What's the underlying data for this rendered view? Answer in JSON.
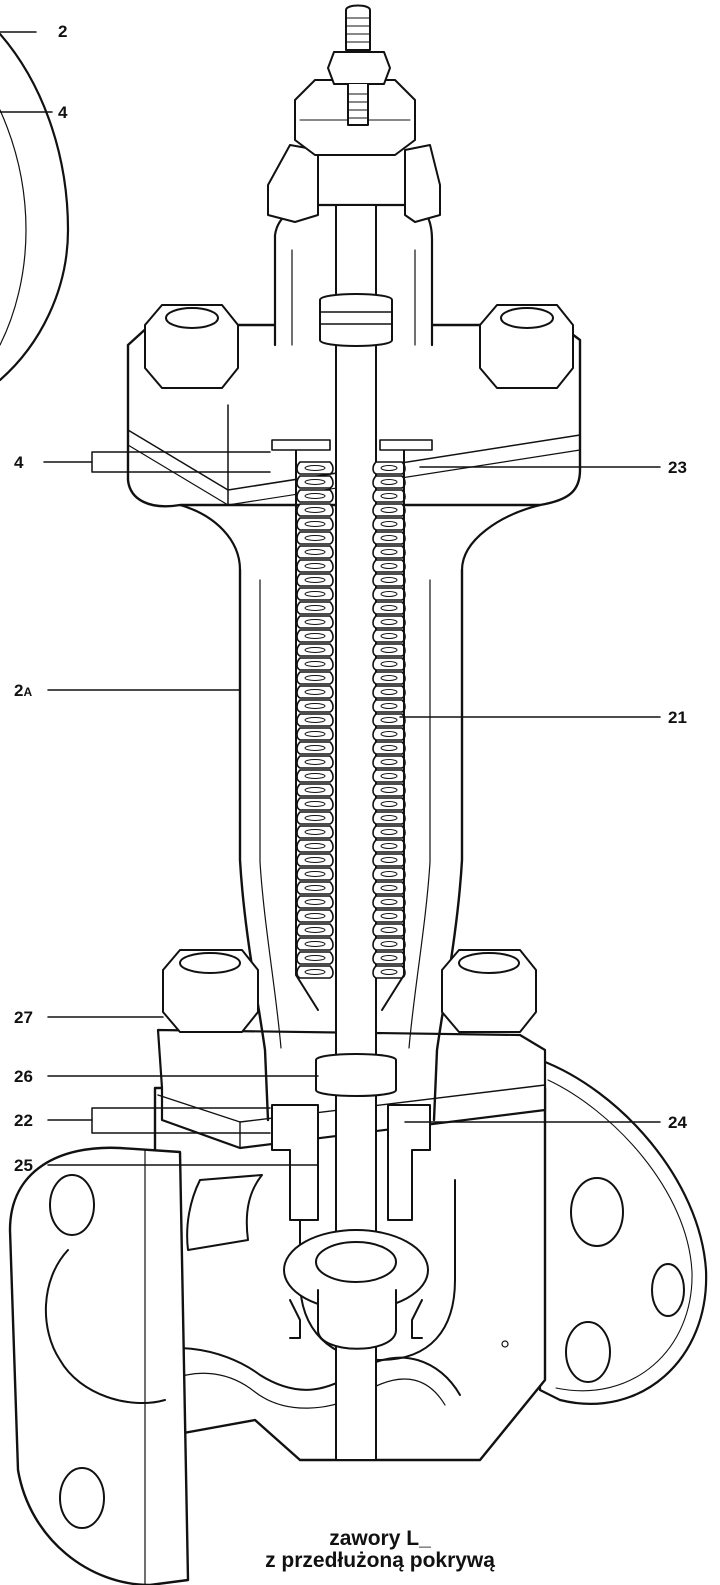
{
  "callouts": {
    "top_2": "2",
    "top_4": "4",
    "left_4": "4",
    "right_23": "23",
    "left_2A": "2",
    "left_2A_sub": "A",
    "right_21": "21",
    "left_27": "27",
    "left_26": "26",
    "left_22": "22",
    "right_24": "24",
    "left_25": "25"
  },
  "caption": {
    "line1": "zawory L_",
    "line2": "z przedłużoną pokrywą"
  },
  "colors": {
    "line": "#111111",
    "body_fill": "#ffffff",
    "background": "#ffffff"
  }
}
